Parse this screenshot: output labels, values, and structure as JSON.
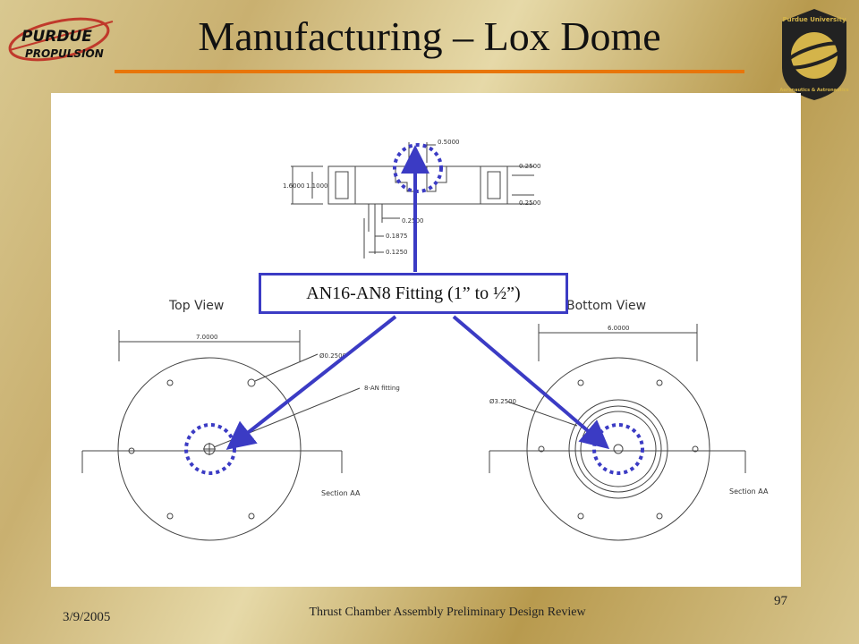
{
  "slide": {
    "title": "Manufacturing – Lox Dome",
    "date": "3/9/2005",
    "footer": "Thrust Chamber Assembly Preliminary Design Review",
    "page_number": "97",
    "callout": "AN16-AN8 Fitting (1” to ½”)"
  },
  "logos": {
    "left_line1": "PURDUE",
    "left_line2": "PROPULSION",
    "right_top": "Purdue University",
    "right_bottom": "Aeronautics & Astronautics"
  },
  "drawing": {
    "top_view_label": "Top View",
    "bottom_view_label": "Bottom View",
    "section_left": "Section AA",
    "section_right": "Section AA",
    "top_dims": [
      "0.5000",
      "0.2500",
      "0.2500",
      "1.6000",
      "1.1000",
      "0.2500",
      "0.1875",
      "0.1250"
    ],
    "left_dims": [
      "7.0000",
      "Ø0.2500",
      "8-AN fitting"
    ],
    "right_dims": [
      "6.0000",
      "Ø3.2500"
    ]
  },
  "colors": {
    "accent": "#e8750a",
    "arrow": "#3b3bc4"
  }
}
